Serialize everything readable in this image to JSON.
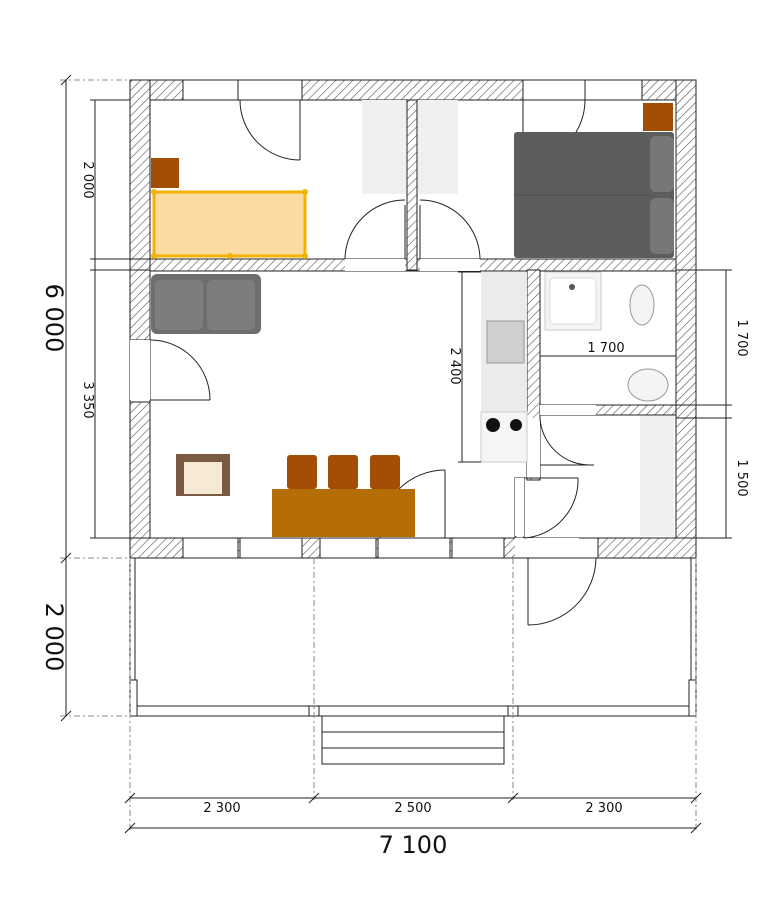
{
  "dimensions": {
    "total_height": "6 000",
    "total_width": "7 100",
    "terrace_depth": "2 000",
    "bedroom_depth": "2 000",
    "living_depth": "3 350",
    "kitchen_length": "2 400",
    "bath_width": "1 700",
    "bath_depth": "1 700",
    "hall_depth": "1 500",
    "span_left": "2 300",
    "span_middle": "2 500",
    "span_right": "2 300"
  },
  "colors": {
    "wall_hatch": "#555555",
    "selected_bed": "#fbdba0",
    "selected_outline": "#f2b200",
    "sofa": "#6e6e6e",
    "double_bed": "#5d5d5d",
    "table": "#b56d05",
    "chair": "#a34e06",
    "nightstand": "#a34e06",
    "counter": "#e6e6e6",
    "cabinet": "#f0f0f0"
  },
  "icons": [
    "door-swing",
    "stove",
    "sink",
    "toilet",
    "washbasin",
    "armchair",
    "sofa",
    "double-bed",
    "dining-table"
  ]
}
